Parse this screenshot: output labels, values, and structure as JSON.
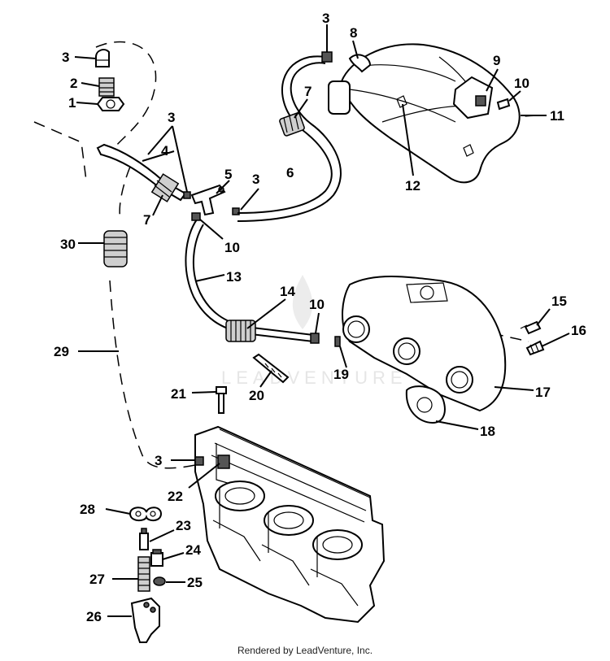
{
  "callouts": {
    "c1": "1",
    "c2": "2",
    "c3a": "3",
    "c3b": "3",
    "c3c": "3",
    "c3d": "3",
    "c3e": "3",
    "c4": "4",
    "c5": "5",
    "c6": "6",
    "c7a": "7",
    "c7b": "7",
    "c8": "8",
    "c9": "9",
    "c10a": "10",
    "c10b": "10",
    "c10c": "10",
    "c11": "11",
    "c12": "12",
    "c13": "13",
    "c14": "14",
    "c15": "15",
    "c16": "16",
    "c17": "17",
    "c18": "18",
    "c19": "19",
    "c20": "20",
    "c21": "21",
    "c22": "22",
    "c23": "23",
    "c24": "24",
    "c25": "25",
    "c26": "26",
    "c27": "27",
    "c28": "28",
    "c29": "29",
    "c30": "30"
  },
  "watermark": "LEADVENTURE",
  "footer": "Rendered by LeadVenture, Inc."
}
